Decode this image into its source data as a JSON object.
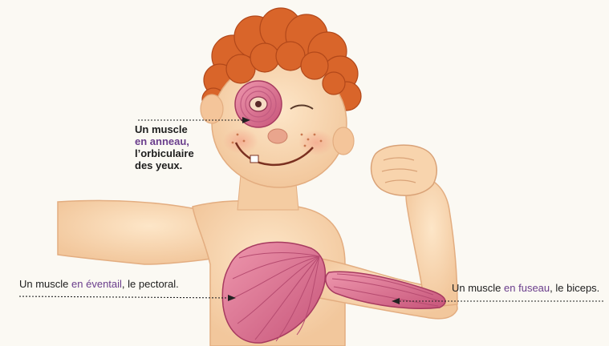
{
  "labels": {
    "ring": {
      "prefix": "Un muscle",
      "type": "en anneau,",
      "name_line1": "l’orbiculaire",
      "name_line2": "des yeux."
    },
    "fan": {
      "prefix": "Un muscle ",
      "type": "en éventail",
      "suffix": ", le pectoral."
    },
    "spindle": {
      "prefix": "Un muscle ",
      "type": "en fuseau",
      "suffix": ", le biceps."
    }
  },
  "colors": {
    "background": "#fbf9f3",
    "skin": "#f8d8b4",
    "skin_shadow": "#eab98e",
    "hair": "#d9652a",
    "muscle": "#e07a95",
    "muscle_dark": "#b8446a",
    "label_highlight": "#6a3d8c"
  }
}
